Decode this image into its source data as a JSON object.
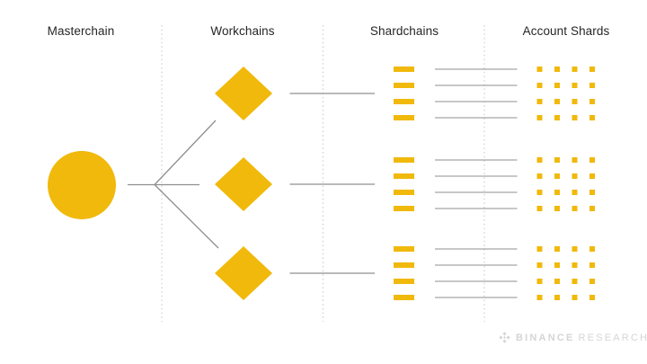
{
  "columns": [
    {
      "label": "Masterchain"
    },
    {
      "label": "Workchains"
    },
    {
      "label": "Shardchains"
    },
    {
      "label": "Account Shards"
    }
  ],
  "footer": {
    "brand_primary": "BINANCE",
    "brand_secondary": "RESEARCH",
    "logo_icon": "binance-diamond"
  },
  "colors": {
    "accent": "#F0B90B",
    "connector": "#8F8F8F",
    "divider": "#C9C9C9",
    "heading": "#262626",
    "brand": "#D5D5D5"
  },
  "structure": {
    "masterchain_count": 1,
    "workchain_count": 3,
    "shardchains_per_workchain": 4,
    "account_shard_grid": {
      "rows": 4,
      "cols": 4
    }
  }
}
